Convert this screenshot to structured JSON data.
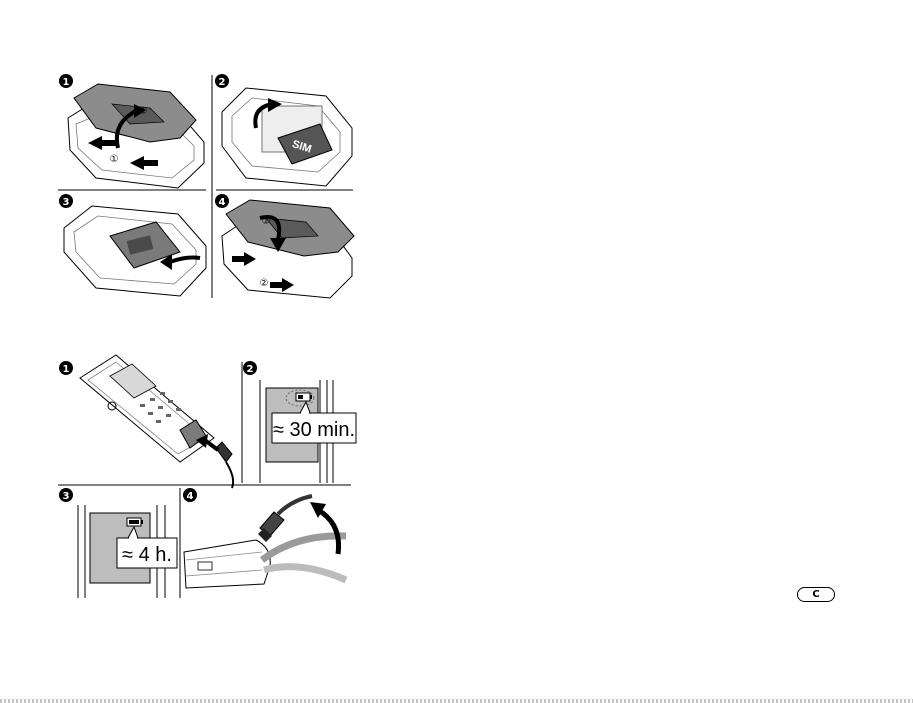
{
  "section1": {
    "steps": [
      "1",
      "2",
      "3",
      "4"
    ],
    "sub_labels": [
      "①",
      "②"
    ],
    "sim_label": "SIM"
  },
  "section2": {
    "steps": [
      "1",
      "2",
      "3",
      "4"
    ],
    "callout_30min": "≈ 30 min.",
    "callout_4h": "≈ 4 h."
  },
  "key": {
    "c_label": "C"
  }
}
